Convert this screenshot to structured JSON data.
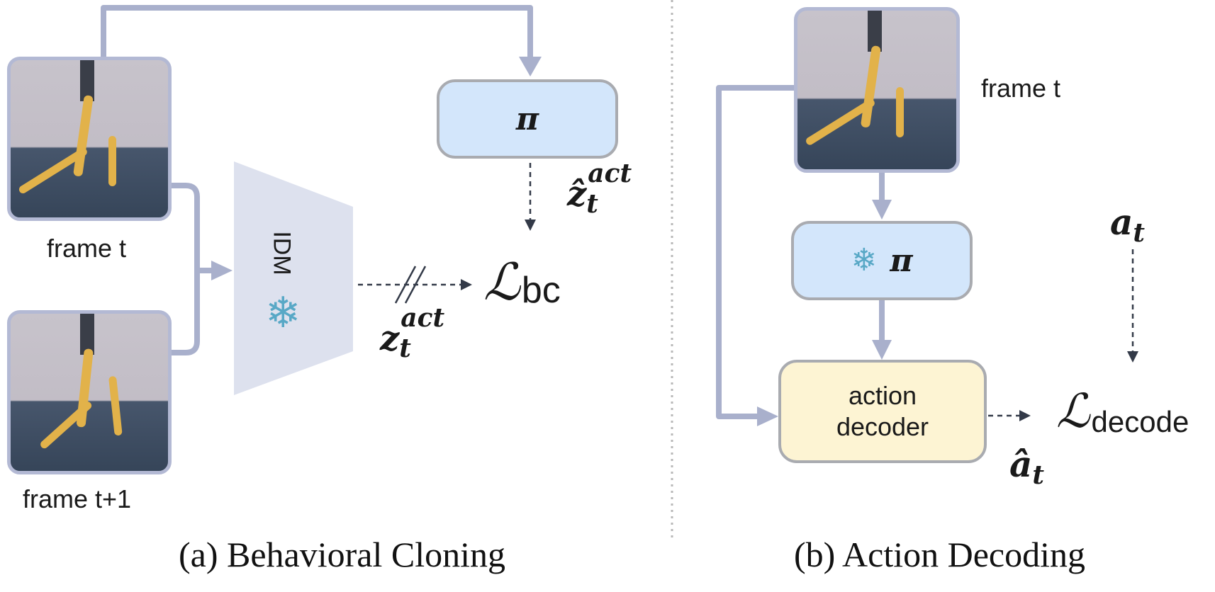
{
  "panel_a": {
    "frame_t_label": "frame t",
    "frame_t1_label": "frame t+1",
    "idm_label": "IDM",
    "policy_symbol": "π",
    "z_hat_base": "ẑ",
    "z_hat_sub": "t",
    "z_hat_sup": "act",
    "z_base": "z",
    "z_sub": "t",
    "z_sup": "act",
    "loss_symbol": "ℒ",
    "loss_subscript": "bc",
    "caption": "(a) Behavioral Cloning"
  },
  "panel_b": {
    "frame_t_label": "frame t",
    "policy_symbol": "π",
    "decoder_line1": "action",
    "decoder_line2": "decoder",
    "a_base": "a",
    "a_sub": "t",
    "a_hat_base": "â",
    "a_hat_sub": "t",
    "loss_symbol": "ℒ",
    "loss_subscript": "decode",
    "caption": "(b) Action Decoding"
  },
  "icons": {
    "frozen": "snowflake-icon"
  },
  "colors": {
    "connector": "#a9b0cc",
    "frame_border": "#b3b9d4",
    "idm_fill": "#dde1ee",
    "policy_fill": "#d3e6fb",
    "decoder_fill": "#fdf4d3",
    "box_border": "#a9abb0",
    "dashed_arrow": "#333a48",
    "divider": "#b8b8b8",
    "snowflake": "#58a8c6"
  }
}
